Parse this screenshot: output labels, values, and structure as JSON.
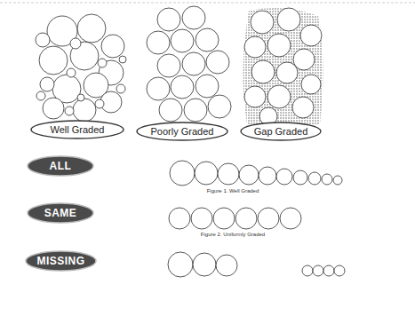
{
  "diagram": {
    "nodes": [
      {
        "text": [
          "Well Graded"
        ]
      },
      {
        "text": [
          "Poorly Graded"
        ]
      },
      {
        "text": [
          "Gap Graded"
        ]
      },
      {
        "text": [
          "ALL"
        ]
      },
      {
        "text": [
          "SAME"
        ]
      },
      {
        "text": [
          "MISSING"
        ]
      }
    ],
    "labels": [
      "Figure 1. Well Graded",
      "Figure 2. Uniformly Graded"
    ]
  }
}
